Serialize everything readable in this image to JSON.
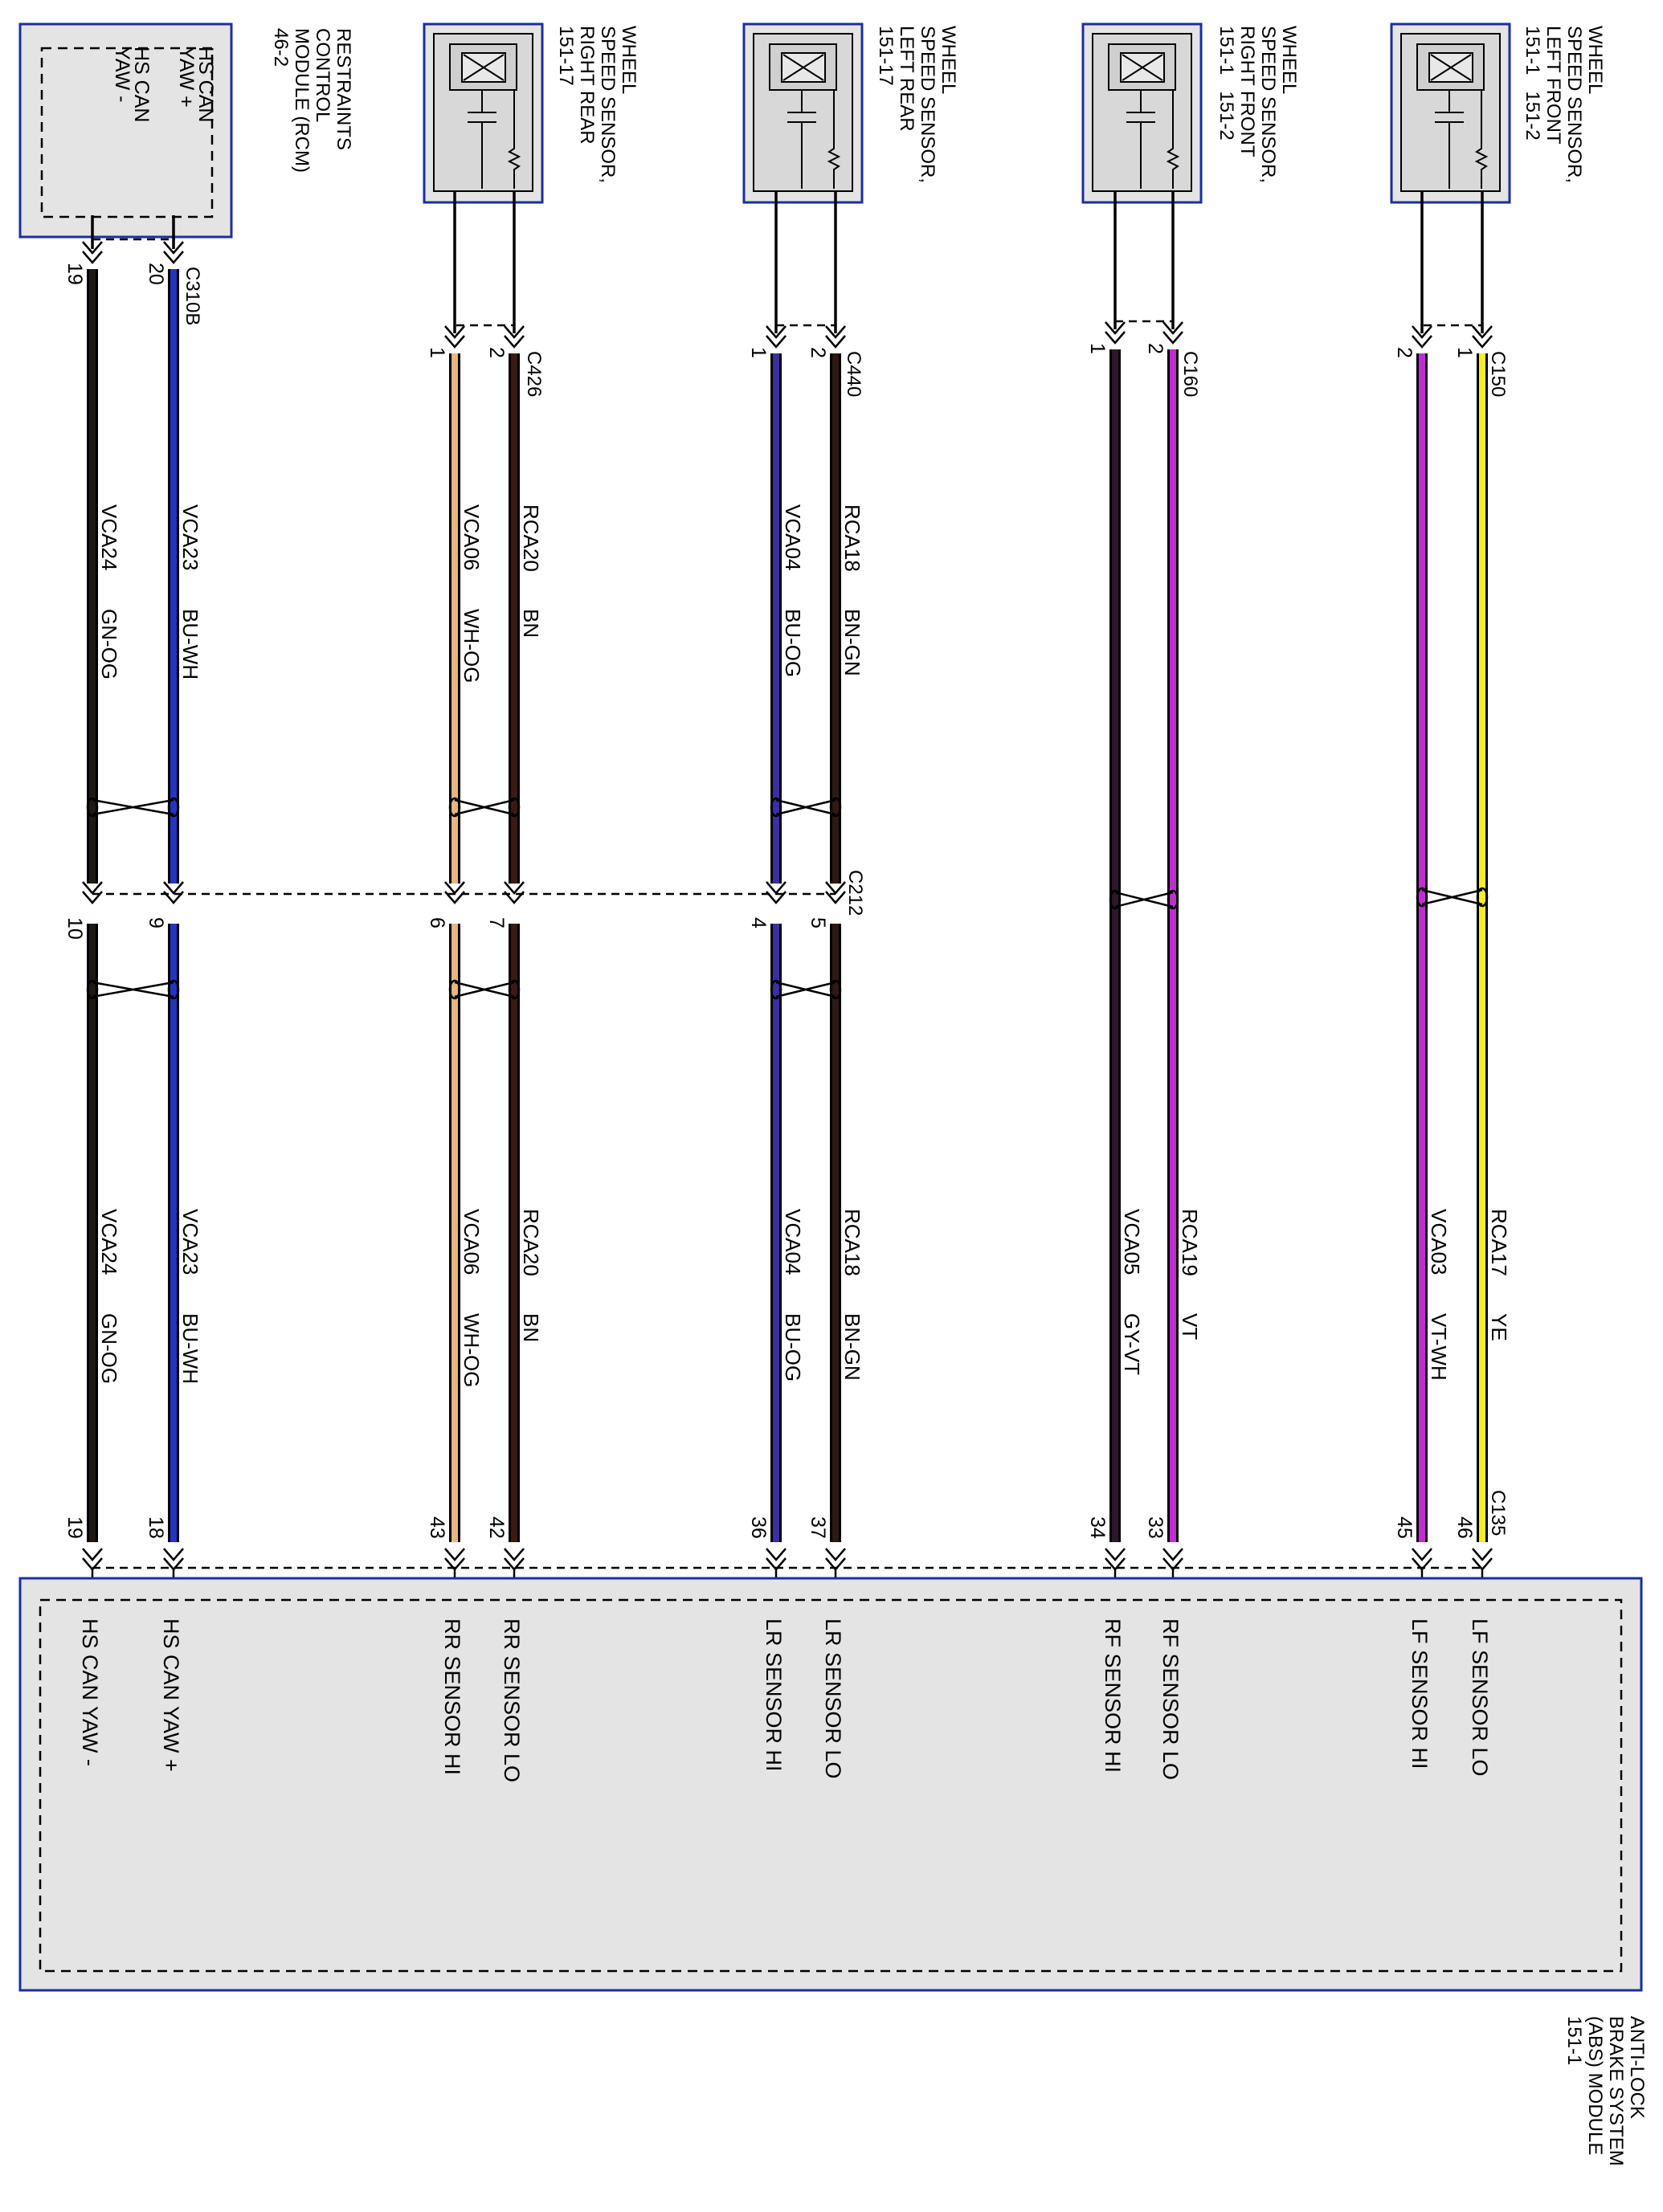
{
  "colors": {
    "module_fill": "#e4e4e4",
    "module_border": "#1b2f9e",
    "YE": "#f3ef22",
    "VT": "#c42ad6",
    "VT-WH": "#c42ad6",
    "GY-VT": "#2a1a2a",
    "BN": "#3c1a12",
    "BN-GN": "#2d1a14",
    "BU-OG": "#3b2ea8",
    "WH-OG": "#e3b77f",
    "BU-WH": "#2334c2",
    "GN-OG": "#1e1a12"
  },
  "modules": {
    "rcm": {
      "lines": [
        "RESTRAINTS",
        "CONTROL",
        "MODULE (RCM)",
        "46-2"
      ],
      "pins": [
        "HS CAN",
        "YAW +",
        "HS CAN",
        "YAW -"
      ]
    },
    "sensor_rr": {
      "lines": [
        "WHEEL",
        "SPEED SENSOR,",
        "RIGHT REAR",
        "151-17"
      ]
    },
    "sensor_lr": {
      "lines": [
        "WHEEL",
        "SPEED SENSOR,",
        "LEFT REAR",
        "151-17"
      ]
    },
    "sensor_rf": {
      "lines": [
        "WHEEL",
        "SPEED SENSOR,",
        "RIGHT FRONT",
        "151-1   151-2"
      ]
    },
    "sensor_lf": {
      "lines": [
        "WHEEL",
        "SPEED SENSOR,",
        "LEFT FRONT",
        "151-1   151-2"
      ]
    },
    "abs": {
      "lines": [
        "ANTI-LOCK",
        "BRAKE SYSTEM",
        "(ABS) MODULE",
        "151-1"
      ],
      "pins": [
        "HS CAN YAW -",
        "HS CAN YAW +",
        "RR SENSOR HI",
        "RR SENSOR LO",
        "LR SENSOR HI",
        "LR SENSOR LO",
        "RF SENSOR HI",
        "RF SENSOR LO",
        "LF SENSOR HI",
        "LF SENSOR LO"
      ]
    }
  },
  "connectors": {
    "c310b": "C310B",
    "c426": "C426",
    "c440": "C440",
    "c160": "C160",
    "c150": "C150",
    "c212": "C212",
    "c135": "C135"
  },
  "wires": [
    {
      "circuit": "VCA24",
      "color": "GN-OG",
      "top_pin": "19",
      "mid_left_pin": "10",
      "abs_pin": "19"
    },
    {
      "circuit": "VCA23",
      "color": "BU-WH",
      "top_pin": "20",
      "mid_left_pin": "9",
      "abs_pin": "18"
    },
    {
      "circuit": "VCA06",
      "color": "WH-OG",
      "top_pin": "1",
      "mid_left_pin": "6",
      "abs_pin": "43"
    },
    {
      "circuit": "RCA20",
      "color": "BN",
      "top_pin": "2",
      "mid_left_pin": "7",
      "abs_pin": "42"
    },
    {
      "circuit": "VCA04",
      "color": "BU-OG",
      "top_pin": "1",
      "mid_left_pin": "4",
      "abs_pin": "36"
    },
    {
      "circuit": "RCA18",
      "color": "BN-GN",
      "top_pin": "2",
      "mid_left_pin": "5",
      "abs_pin": "37"
    },
    {
      "circuit": "VCA05",
      "color": "GY-VT",
      "top_pin": "1",
      "mid_left_pin": "",
      "abs_pin": "34"
    },
    {
      "circuit": "RCA19",
      "color": "VT",
      "top_pin": "2",
      "mid_left_pin": "",
      "abs_pin": "33"
    },
    {
      "circuit": "VCA03",
      "color": "VT-WH",
      "top_pin": "2",
      "mid_left_pin": "",
      "abs_pin": "45"
    },
    {
      "circuit": "RCA17",
      "color": "YE",
      "top_pin": "1",
      "mid_left_pin": "",
      "abs_pin": "46"
    }
  ]
}
